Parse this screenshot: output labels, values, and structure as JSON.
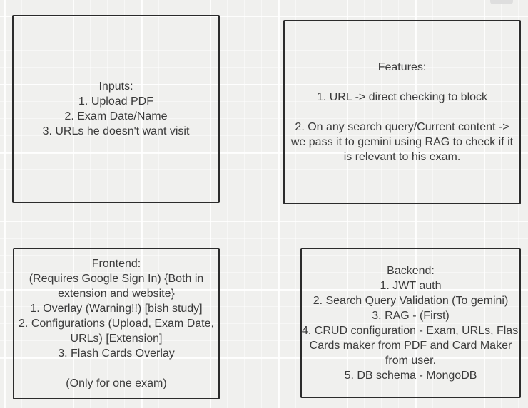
{
  "canvas": {
    "type": "whiteboard-grid-canvas",
    "background_color": "#f0f0ee",
    "grid": "on",
    "shape_stroke_color": "#2b2b2b",
    "text_color": "#3b3b3b"
  },
  "notes": [
    {
      "id": "inputs",
      "lines": [
        "Inputs:",
        "1. Upload PDF",
        "2. Exam Date/Name",
        "3. URLs he doesn't want visit"
      ]
    },
    {
      "id": "features",
      "lines": [
        "Features:",
        "",
        "1. URL -> direct checking to block",
        "",
        "2. On any search query/Current content ->",
        "we pass it to gemini using RAG to check if it",
        "is relevant to his exam."
      ]
    },
    {
      "id": "frontend",
      "lines": [
        "Frontend:",
        "(Requires Google Sign In) {Both in",
        "extension and website}",
        "1. Overlay (Warning!!) [bish study]",
        "2. Configurations (Upload, Exam Date,",
        "URLs) [Extension]",
        "3. Flash Cards Overlay",
        "",
        "(Only for one exam)"
      ]
    },
    {
      "id": "backend",
      "lines": [
        "Backend:",
        "1. JWT auth",
        "2. Search Query Validation (To gemini)",
        "3. RAG - (First)",
        "4. CRUD configuration - Exam, URLs, Flash",
        "Cards maker from PDF and Card Maker",
        "from user.",
        "5. DB schema - MongoDB"
      ]
    }
  ]
}
